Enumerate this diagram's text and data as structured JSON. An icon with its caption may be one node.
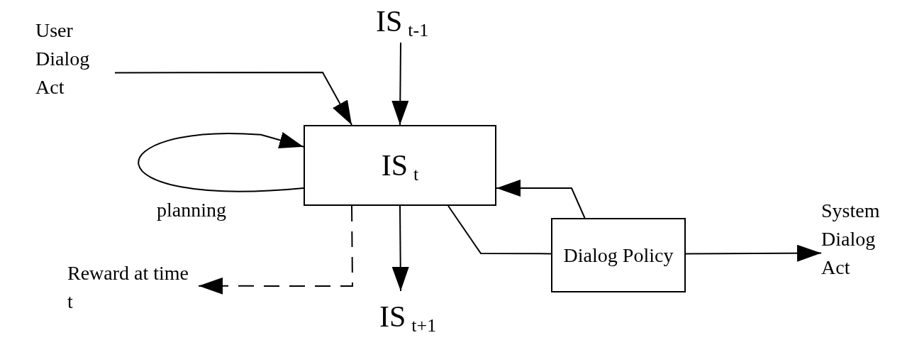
{
  "diagram": {
    "nodes": [
      {
        "text": [
          "User Dialog Act"
        ]
      },
      {
        "text": [
          "IS$_{t-1}$"
        ]
      },
      {
        "text": [
          "IS$_{t}$"
        ]
      },
      {
        "text": [
          "Dialog Policy"
        ]
      },
      {
        "text": [
          "System Dialog Act"
        ]
      },
      {
        "text": [
          "Reward at time  t"
        ]
      },
      {
        "text": [
          "IS$_{t+1}$"
        ]
      }
    ],
    "edges": [
      {
        "from": 0,
        "to": 2,
        "arrow": "to"
      },
      {
        "from": 1,
        "to": 2,
        "arrow": "to"
      },
      {
        "from": 2,
        "to": 2,
        "arrow": "to",
        "label": "planning"
      },
      {
        "from": 2,
        "to": 6,
        "arrow": "to"
      },
      {
        "from": 2,
        "to": 5,
        "arrow": "to",
        "style": "dashed"
      },
      {
        "from": 2,
        "to": 3,
        "arrow": "none"
      },
      {
        "from": 3,
        "to": 2,
        "arrow": "to"
      },
      {
        "from": 3,
        "to": 4,
        "arrow": "to"
      }
    ]
  }
}
